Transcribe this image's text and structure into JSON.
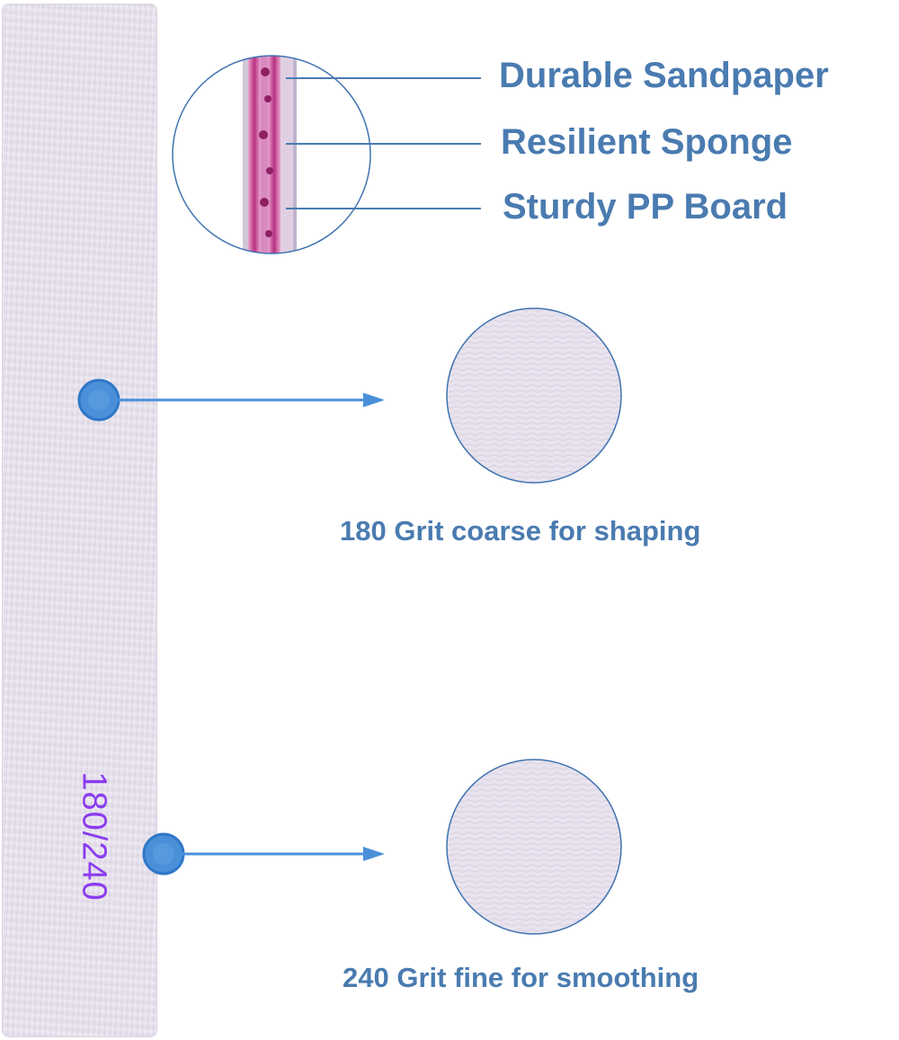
{
  "file": {
    "grit_marking": "180/240",
    "marking_color": "#8b3cf0",
    "surface_color": "#e6e1ec"
  },
  "layers": {
    "sandpaper_label": "Durable Sandpaper",
    "sponge_label": "Resilient Sponge",
    "board_label": "Sturdy PP Board"
  },
  "grits": {
    "coarse_label": "180 Grit coarse for shaping",
    "fine_label": "240 Grit fine for smoothing"
  },
  "colors": {
    "accent": "#4a90d9",
    "text": "#4a7bb0",
    "sponge": "#c2459a"
  }
}
